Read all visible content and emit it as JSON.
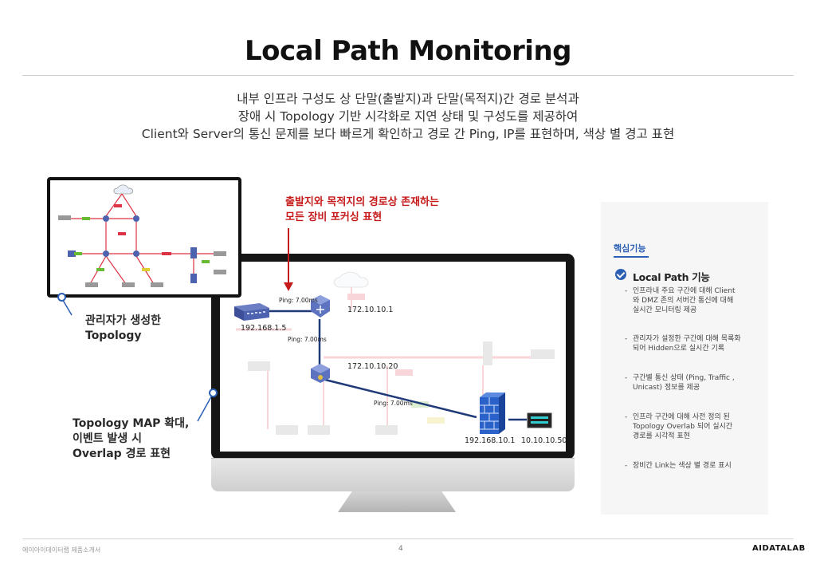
{
  "title": "Local Path Monitoring",
  "subtitle": [
    "내부 인프라 구성도 상 단말(출발지)과 단말(목적지)간 경로 분석과",
    "장애 시 Topology 기반 시각화로 지연 상태 및 구성도를 제공하여",
    "Client와 Server의 통신 문제를 보다 빠르게 확인하고 경로 간 Ping, IP를 표현하며, 색상 별 경고 표현"
  ],
  "red_note": [
    "출발지와 목적지의 경로상 존재하는",
    "모든 장비 포커싱 표현"
  ],
  "callouts": {
    "topology": [
      "관리자가 생성한",
      "Topology"
    ],
    "map": [
      "Topology MAP 확대,",
      "이벤트 발생 시",
      "Overlap 경로 표현"
    ]
  },
  "diagram": {
    "nodes": {
      "n1": "192.168.1.5",
      "n2": "172.10.10.1",
      "n3": "172.10.10.20",
      "n4": "192.168.10.1",
      "n5": "10.10.10.50"
    },
    "pings": [
      "Ping: 7.00ms",
      "Ping: 7.00ms",
      "Ping: 7.00ms"
    ]
  },
  "panel": {
    "heading": "핵심기능",
    "feature_title": "Local Path 기능",
    "items": [
      [
        "인프라내 주요 구간에 대해 Client",
        "와 DMZ 존의 서버간 통신에 대해",
        "실시간 모니터링 제공"
      ],
      [
        "관리자가 설정한 구간에 대해 목록화",
        "되어 Hidden으로 실시간 기록"
      ],
      [
        "구간별 통신 상태 (Ping, Traffic ,",
        "Unicast) 정보를 제공"
      ],
      [
        "인프라 구간에 대해 사전 정의 된",
        "Topology Overlab 되어  실시간",
        "경로를 시각적 표현"
      ],
      [
        "장비간 Link는 색상 별 경로 표시"
      ]
    ]
  },
  "footer": {
    "left": "에이아이데이터랩 제품소개서",
    "page": "4",
    "logo": "AIDATALAB"
  },
  "colors": {
    "accent": "#2b5fb4",
    "alert": "#c61a1a",
    "path_line": "#1f3a78"
  }
}
